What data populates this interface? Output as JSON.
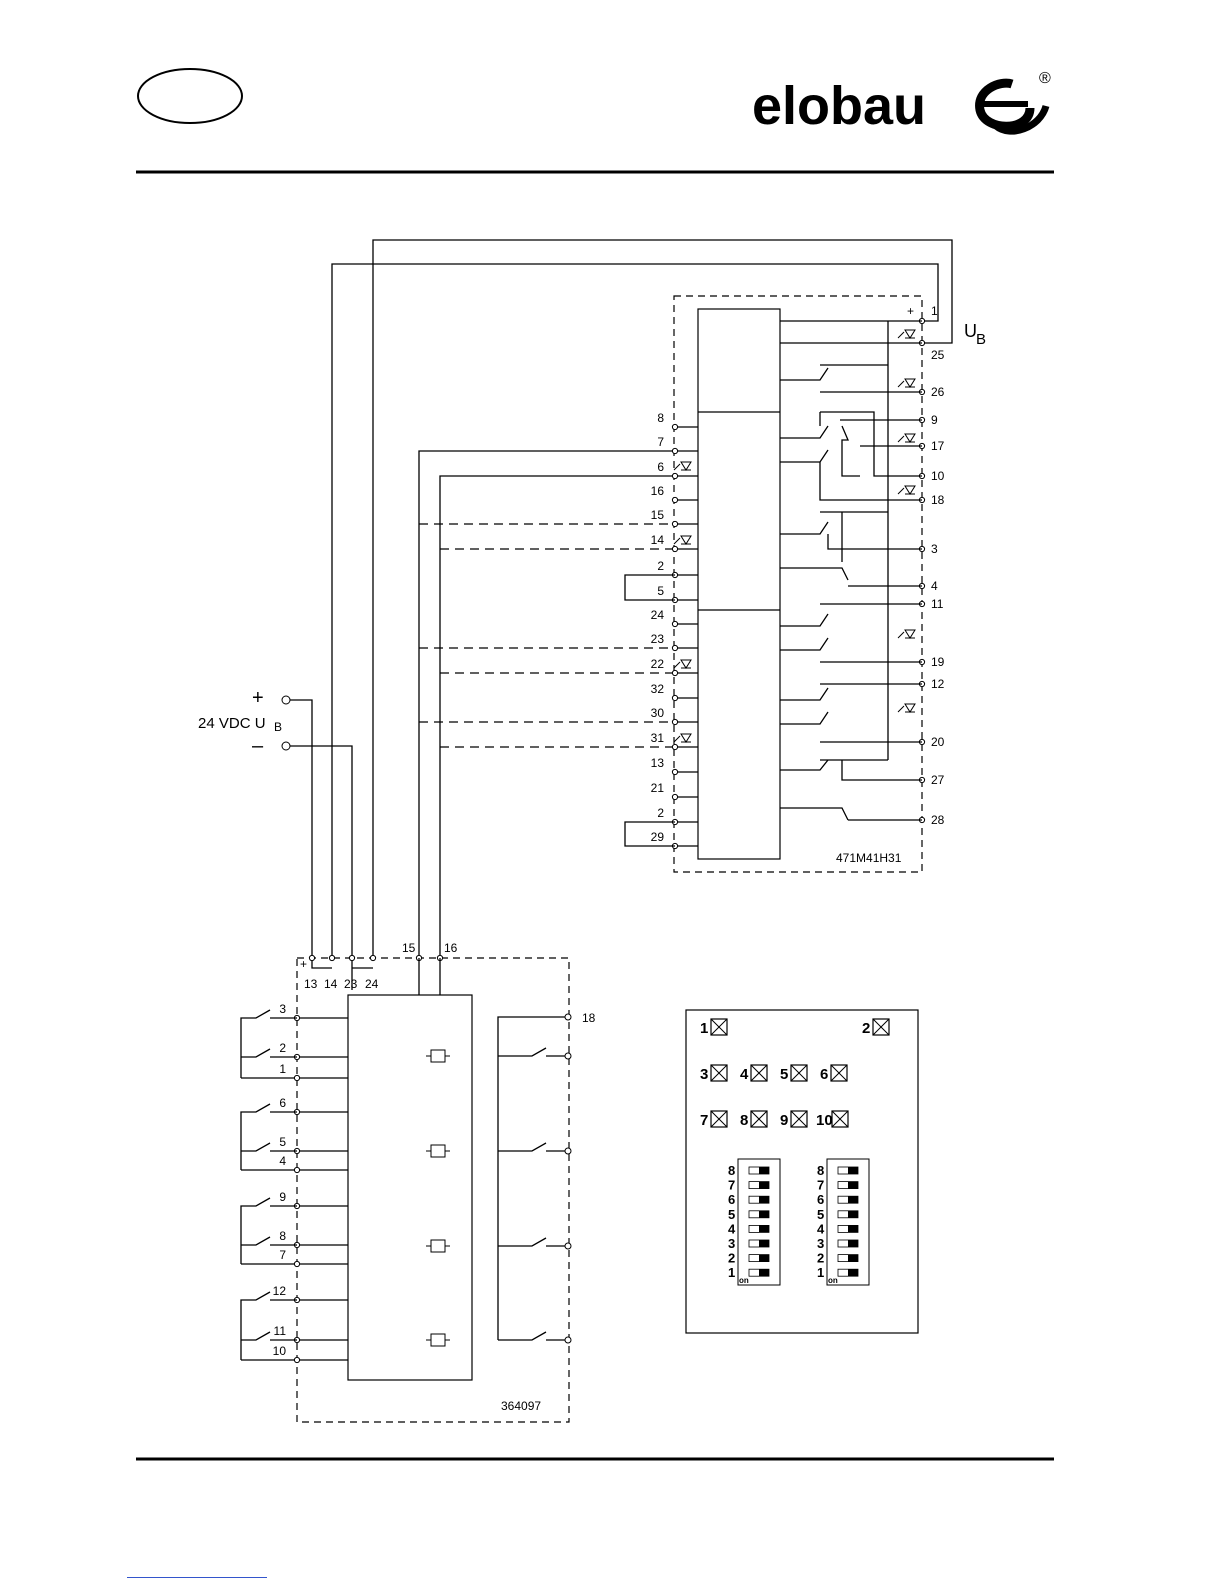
{
  "header": {
    "brand": "elobau",
    "brand_mark": "e",
    "registered": "®"
  },
  "supply": {
    "plus": "+",
    "minus": "–",
    "label": "24 VDC U",
    "label_sub": "B"
  },
  "module_top": {
    "model": "471M41H31",
    "ub_label": "U",
    "ub_sub": "B",
    "plus": "+",
    "left_terminals": [
      "8",
      "7",
      "6",
      "16",
      "15",
      "14",
      "2",
      "5",
      "24",
      "23",
      "22",
      "32",
      "30",
      "31",
      "13",
      "21",
      "2",
      "29"
    ],
    "right_terminals": [
      "1",
      "25",
      "26",
      "9",
      "17",
      "10",
      "18",
      "3",
      "4",
      "11",
      "19",
      "12",
      "20",
      "27",
      "28"
    ]
  },
  "module_bottom": {
    "model": "364097",
    "plus": "+",
    "top_terminals": [
      "13",
      "14",
      "23",
      "24"
    ],
    "input_terminals": [
      "15",
      "16"
    ],
    "output_terminal": "18",
    "left_terminals": [
      "3",
      "2",
      "1",
      "6",
      "5",
      "4",
      "9",
      "8",
      "7",
      "12",
      "11",
      "10"
    ]
  },
  "indicator_panel": {
    "leds": [
      "1",
      "2",
      "3",
      "4",
      "5",
      "6",
      "7",
      "8",
      "9",
      "10"
    ],
    "dip_labels": [
      "8",
      "7",
      "6",
      "5",
      "4",
      "3",
      "2",
      "1"
    ],
    "dip_on": "on"
  }
}
